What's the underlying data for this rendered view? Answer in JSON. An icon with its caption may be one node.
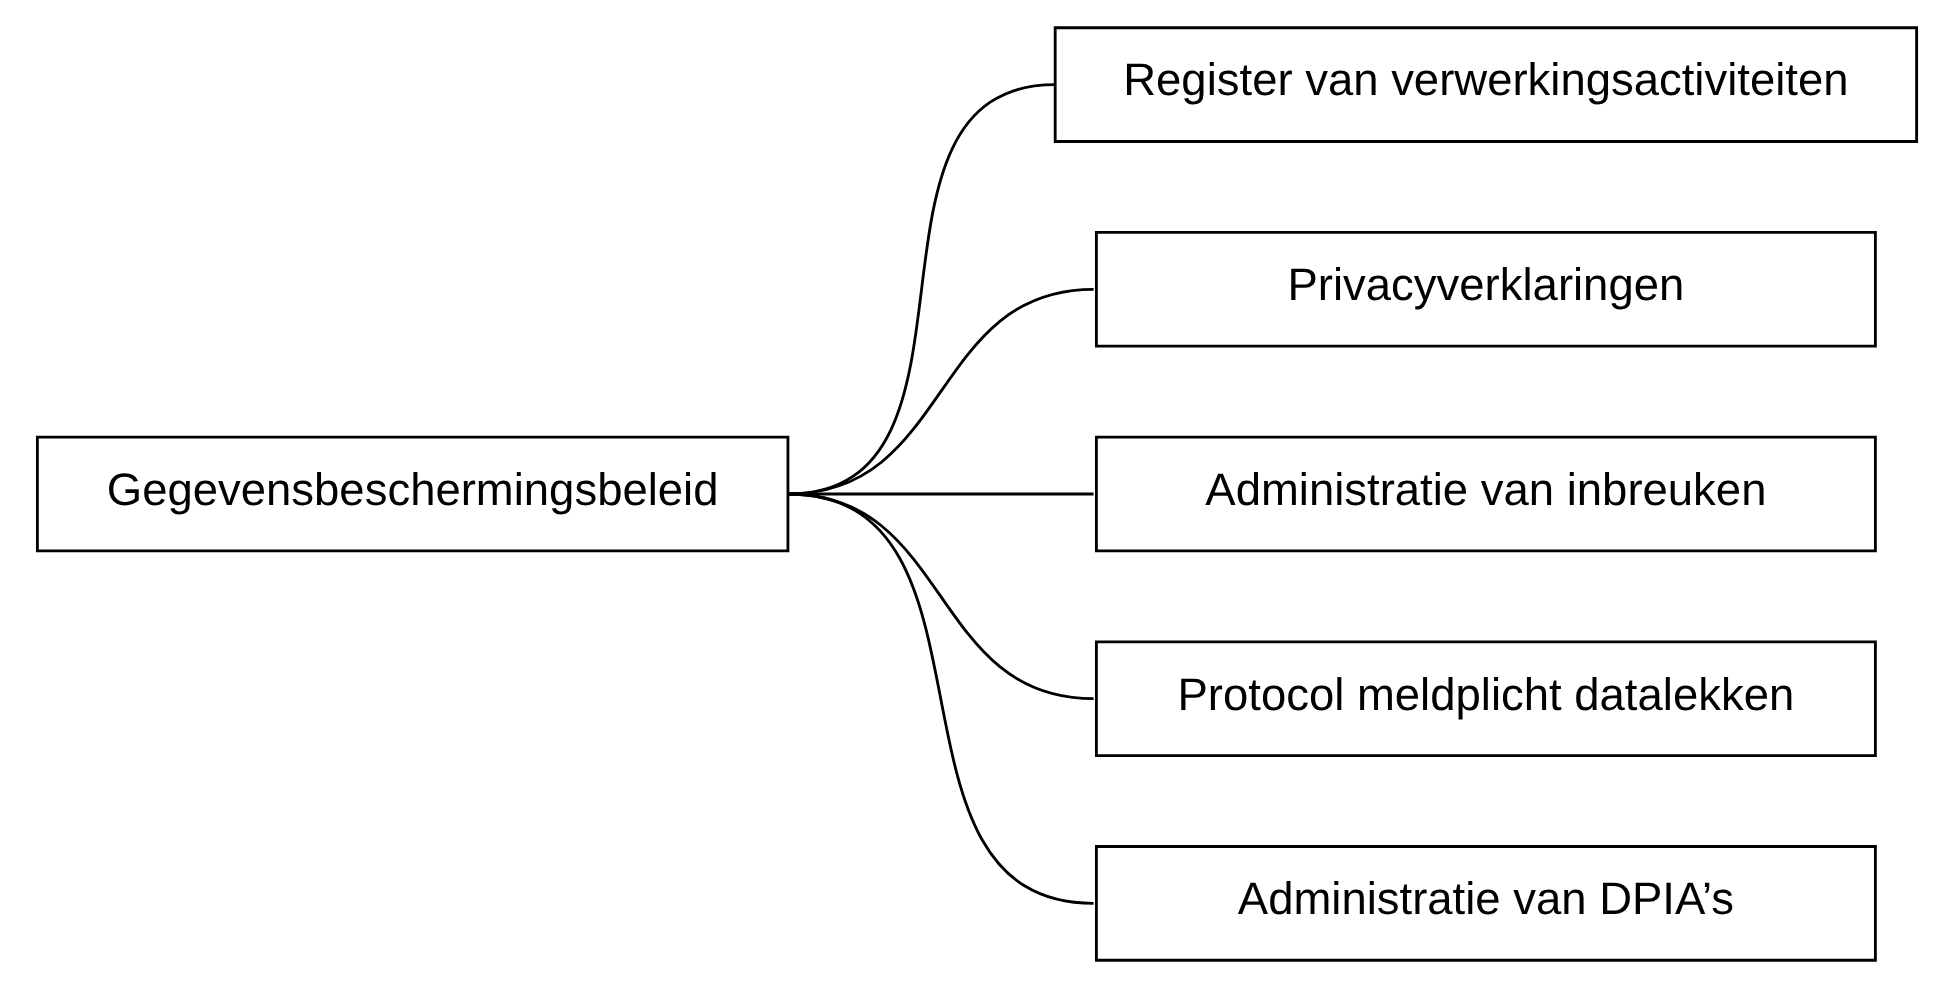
{
  "diagram": {
    "nodes": [
      {
        "text": [
          "Gegevensbeschermingsbeleid"
        ]
      },
      {
        "text": [
          "Register van verwerkingsactiviteiten"
        ]
      },
      {
        "text": [
          "Privacyverklaringen"
        ]
      },
      {
        "text": [
          "Administratie van inbreuken"
        ]
      },
      {
        "text": [
          "Protocol meldplicht datalekken"
        ]
      },
      {
        "text": [
          "Administratie van DPIA’s"
        ]
      }
    ],
    "edges": [
      {
        "from": 0,
        "to": 1,
        "arrow": "none"
      },
      {
        "from": 0,
        "to": 2,
        "arrow": "none"
      },
      {
        "from": 0,
        "to": 3,
        "arrow": "none"
      },
      {
        "from": 0,
        "to": 4,
        "arrow": "none"
      },
      {
        "from": 0,
        "to": 5,
        "arrow": "none"
      }
    ]
  }
}
